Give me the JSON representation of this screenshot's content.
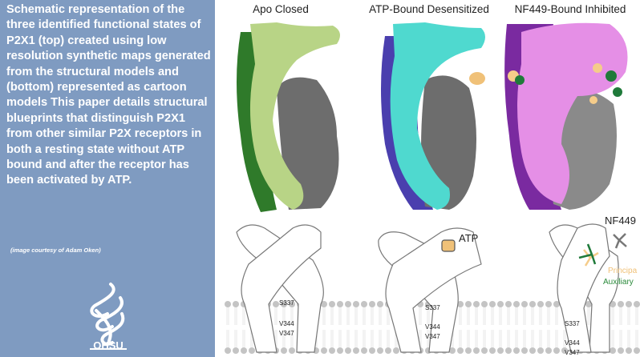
{
  "description": "Schematic representation of the three identified functional states of P2X1 (top) created using low resolution synthetic maps generated from the structural models and (bottom) represented as cartoon models This paper details structural blueprints that distinguish P2X1 from other similar P2X receptors in both a resting state without ATP bound and after the receptor has been activated by ATP.",
  "credit": "(image courtesy of Adam Oken)",
  "logo_text": "OHSU",
  "states": [
    {
      "title": "Apo Closed",
      "residues": [
        "S337",
        "V344",
        "V347"
      ]
    },
    {
      "title": "ATP-Bound Desensitized",
      "ligand": "ATP",
      "residues": [
        "S337",
        "V344",
        "V347"
      ]
    },
    {
      "title": "NF449-Bound Inhibited",
      "ligand": "NF449",
      "legend": [
        "Principa",
        "Auxiliary"
      ],
      "residues": [
        "S337",
        "V344",
        "V347"
      ]
    }
  ],
  "colors": {
    "panel": "#7f9bc1",
    "apo_a": "#2f7a2a",
    "apo_b": "#b8d486",
    "atp_a": "#4a3fae",
    "atp_b": "#4fd9cf",
    "nf_a": "#7a2aa0",
    "nf_b": "#e58fe6",
    "gray": "#6d6d6d",
    "atp": "#f0c178",
    "principal": "#f5cc8a",
    "auxiliary": "#1f7a3a"
  }
}
